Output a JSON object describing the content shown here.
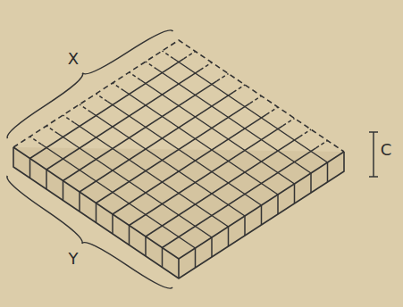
{
  "diagram": {
    "labels": [
      "X",
      "Y",
      "C"
    ]
  }
}
